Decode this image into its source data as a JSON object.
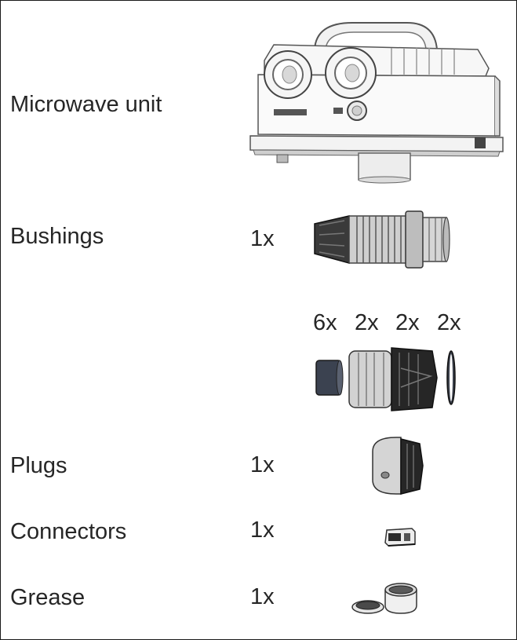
{
  "items": [
    {
      "name": "Microwave unit",
      "qty": "",
      "icon": "microwave-unit-icon"
    },
    {
      "name": "Bushings",
      "qty": "1x",
      "icon": "bushing-icon"
    },
    {
      "name": "",
      "qty": "",
      "icon": "cable-gland-kit-icon",
      "subparts": [
        "6x",
        "2x",
        "2x",
        "2x"
      ]
    },
    {
      "name": "Plugs",
      "qty": "1x",
      "icon": "plug-icon"
    },
    {
      "name": "Connectors",
      "qty": "1x",
      "icon": "connector-icon"
    },
    {
      "name": "Grease",
      "qty": "1x",
      "icon": "grease-tin-icon"
    }
  ],
  "colors": {
    "border": "#1a1a1a",
    "text": "#262626",
    "part_light": "#eeeeee",
    "part_dark": "#1f1f1f"
  }
}
